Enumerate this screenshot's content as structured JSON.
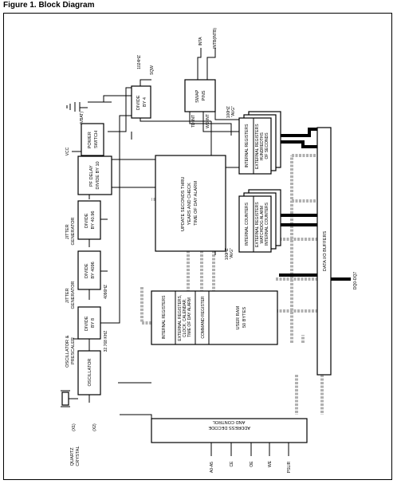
{
  "figure_title": "Figure 1. Block Diagram",
  "blocks": {
    "oscillator": "OSCILLATOR",
    "divide8": [
      "DIVIDE",
      "BY 8"
    ],
    "divide4096": [
      "DIVIDE",
      "BY 4096"
    ],
    "divide4036": [
      "DIVIDE",
      "BY 40.96"
    ],
    "pf_delay": [
      "PF DELAY",
      "DIVIDE BY 10"
    ],
    "power_switch": [
      "POWER",
      "SWITCH"
    ],
    "divide_by4": [
      "DIVIDE",
      "BY 4"
    ],
    "swap_pins": [
      "SWAP",
      "PINS"
    ],
    "update": [
      "UPDATE SECONDS THRU",
      "YEARS AND CHECK",
      "TIME OF DAY ALARM"
    ],
    "internal_registers": "INTERNAL REGISTERS",
    "ext_registers": [
      "EXTERNAL REGISTERS,",
      "CLOCK, CALENDAR,",
      "TIME OF DAY ALARM"
    ],
    "command_register": "COMMAND REGISTER",
    "user_ram": [
      "USER RAM",
      "50 BYTES"
    ],
    "internal_registers_hs": "INTERNAL REGISTERS",
    "ext_hundredths": [
      "EXTERNAL REGISTERS",
      "HUNDREDTHS",
      "OF SECONDS"
    ],
    "internal_counters": "INTERNAL COUNTERS",
    "ext_watchdog": [
      "EXTERNAL REGISTERS",
      "WATCHDOG ALARM",
      "INTERNAL COUNTERS"
    ],
    "address_decode": [
      "ADDRESS DECODE",
      "AND CONTROL"
    ],
    "data_io": "DATA I/O BUFFERS"
  },
  "labels": {
    "osc_prescaler": [
      "OSCILLATOR &",
      "PRESCALER"
    ],
    "jitter_gen": [
      "JITTER",
      "GENERATOR"
    ],
    "jitter_gen2": [
      "JITTER",
      "GENERATOR"
    ],
    "quartz": [
      "QUARTZ",
      "CRYSTAL"
    ],
    "x1": "(X1)",
    "x2": "(X2)",
    "freq_32768": "32.768 KHZ",
    "freq_4096": "4096HZ",
    "freq_1024": "1024HZ",
    "sqw": "SQW",
    "vbat": "(VBAT)",
    "vcc": "VCC",
    "inta": "INTA",
    "intbintb": "INTB(INTB)",
    "td_int": "TD INT",
    "wd_int": "WD INT",
    "avg_100hz_1": [
      "100HZ",
      "\"AVG\""
    ],
    "avg_100hz_2": [
      "100HZ",
      "\"AVG\""
    ],
    "dq": "DQ0-DQ7",
    "a0a5": "A0-A5",
    "ce": "CE",
    "oe": "OE",
    "we": "WE",
    "pslir": "PSLIR"
  },
  "colors": {
    "bus_black": "#000000",
    "bus_gray": "#b0b0b0"
  }
}
